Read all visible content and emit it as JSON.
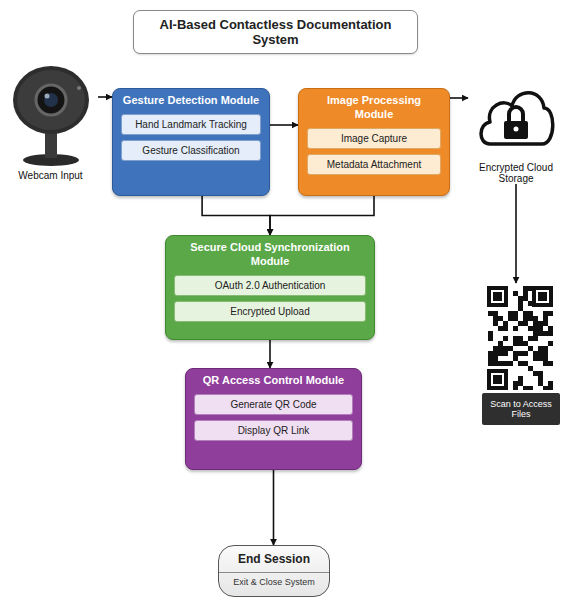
{
  "diagram": {
    "title": "AI-Based Contactless Documentation System",
    "nodes": [
      {
        "text": [
          "Webcam Input"
        ]
      },
      {
        "text": [
          "Gesture Detection Module"
        ]
      },
      {
        "text": [
          "Hand Landmark Tracking"
        ],
        "in": 1
      },
      {
        "text": [
          "Gesture Classification"
        ],
        "in": 1
      },
      {
        "text": [
          "Image Processing Module"
        ]
      },
      {
        "text": [
          "Image Capture"
        ],
        "in": 4
      },
      {
        "text": [
          "Metadata Attachment"
        ],
        "in": 4
      },
      {
        "text": [
          "Encrypted Cloud Storage"
        ]
      },
      {
        "text": [
          "Secure Cloud Synchronization Module"
        ]
      },
      {
        "text": [
          "OAuth 2.0 Authentication"
        ],
        "in": 8
      },
      {
        "text": [
          "Encrypted Upload"
        ],
        "in": 8
      },
      {
        "text": [
          "QR Access Control Module"
        ]
      },
      {
        "text": [
          "Generate QR Code"
        ],
        "in": 11
      },
      {
        "text": [
          "Display QR Link"
        ],
        "in": 11
      },
      {
        "text": [
          "Scan to Access Files"
        ]
      },
      {
        "text": [
          "End Session",
          "Exit & Close System"
        ]
      }
    ],
    "edges": [
      {
        "from": 0,
        "to": 1,
        "arrow": "to"
      },
      {
        "from": 1,
        "to": 4,
        "arrow": "to"
      },
      {
        "from": 4,
        "to": 7,
        "arrow": "to"
      },
      {
        "from": 1,
        "to": 8,
        "arrow": "to"
      },
      {
        "from": 4,
        "to": 8,
        "arrow": "to"
      },
      {
        "from": 7,
        "to": 14,
        "arrow": "to"
      },
      {
        "from": 8,
        "to": 11,
        "arrow": "to"
      },
      {
        "from": 11,
        "to": 15,
        "arrow": "to"
      }
    ]
  }
}
